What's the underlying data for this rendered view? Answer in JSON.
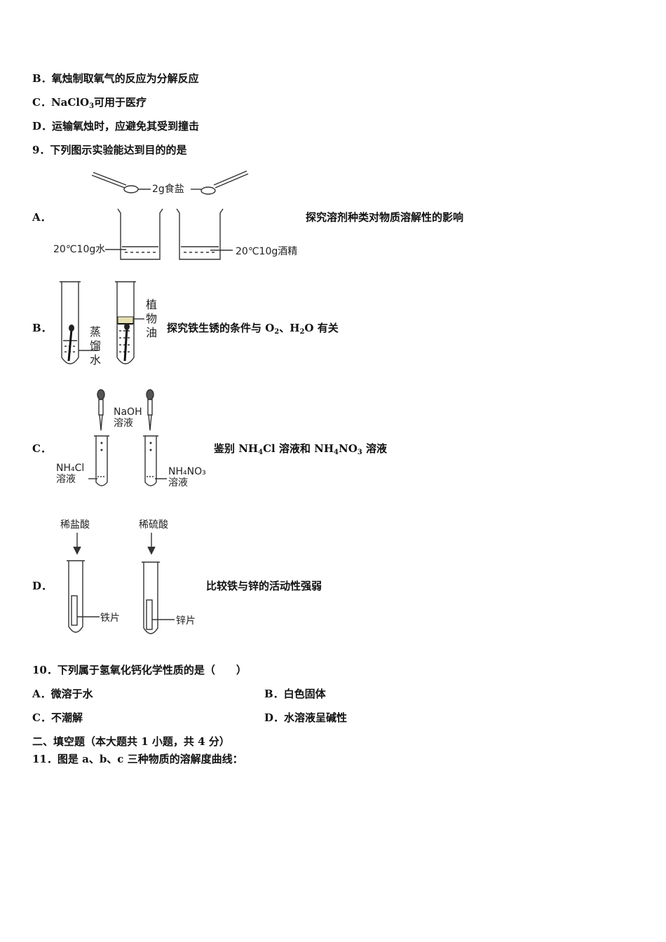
{
  "lines": {
    "q8b": "B．氧烛制取氧气的反应为分解反应",
    "q8c_pre": "C．NaClO",
    "q8c_sub": "3",
    "q8c_post": "可用于医疗",
    "q8d": "D．运输氧烛时，应避免其受到撞击",
    "q9": "9．下列图示实验能达到目的的是"
  },
  "options": {
    "A": {
      "letter": "A．",
      "desc": "探究溶剂种类对物质溶解性的影响",
      "salt": "2g食盐",
      "left": "20℃10g水",
      "right": "20℃10g酒精"
    },
    "B": {
      "letter": "B．",
      "desc_pre": "探究铁生锈的条件与 O",
      "desc_sub1": "2",
      "desc_mid": "、H",
      "desc_sub2": "2",
      "desc_post": "O 有关",
      "water": [
        "蒸",
        "馏",
        "水"
      ],
      "oil": [
        "植",
        "物",
        "油"
      ]
    },
    "C": {
      "letter": "C．",
      "desc_pre": "鉴别 NH",
      "desc_sub1": "4",
      "desc_mid": "Cl 溶液和 NH",
      "desc_sub2": "4",
      "desc_mid2": "NO",
      "desc_sub3": "3",
      "desc_post": " 溶液",
      "reagent1": "NaOH",
      "reagent2": "溶液",
      "left1": "NH₄Cl",
      "left2": "溶液",
      "right1": "NH₄NO₃",
      "right2": "溶液"
    },
    "D": {
      "letter": "D．",
      "desc": "比较铁与锌的活动性强弱",
      "acid1": "稀盐酸",
      "acid2": "稀硫酸",
      "metal1": "铁片",
      "metal2": "锌片"
    }
  },
  "q10": {
    "stem": "10．下列属于氢氧化钙化学性质的是（　　）",
    "a": "A．微溶于水",
    "b": "B．白色固体",
    "c": "C．不潮解",
    "d": "D．水溶液呈碱性"
  },
  "section2": "二、填空题（本大题共 1 小题，共 4 分）",
  "q11": "11．图是 a、b、c 三种物质的溶解度曲线："
}
